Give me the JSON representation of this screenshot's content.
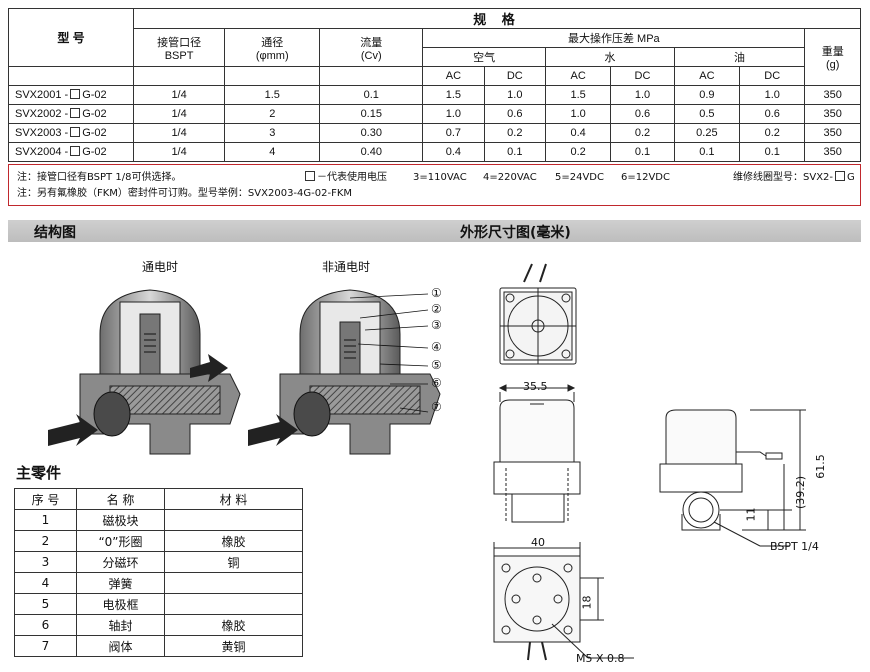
{
  "spec": {
    "title": "规 格",
    "col_model": "型 号",
    "col_port": "接管口径",
    "col_port_unit": "BSPT",
    "col_orifice": "通径",
    "col_orifice_unit": "(φmm)",
    "col_flow": "流量",
    "col_flow_unit": "(Cv)",
    "col_pressure": "最大操作压差 MPa",
    "group_air": "空气",
    "group_water": "水",
    "group_oil": "油",
    "ac": "AC",
    "dc": "DC",
    "col_weight": "重量",
    "col_weight_unit": "(g)",
    "rows": [
      {
        "prefix": "SVX2001 -",
        "suffix": "G-02",
        "port": "1/4",
        "orifice": "1.5",
        "cv": "0.1",
        "air_ac": "1.5",
        "air_dc": "1.0",
        "water_ac": "1.5",
        "water_dc": "1.0",
        "oil_ac": "0.9",
        "oil_dc": "1.0",
        "weight": "350"
      },
      {
        "prefix": "SVX2002 -",
        "suffix": "G-02",
        "port": "1/4",
        "orifice": "2",
        "cv": "0.15",
        "air_ac": "1.0",
        "air_dc": "0.6",
        "water_ac": "1.0",
        "water_dc": "0.6",
        "oil_ac": "0.5",
        "oil_dc": "0.6",
        "weight": "350"
      },
      {
        "prefix": "SVX2003 -",
        "suffix": "G-02",
        "port": "1/4",
        "orifice": "3",
        "cv": "0.30",
        "air_ac": "0.7",
        "air_dc": "0.2",
        "water_ac": "0.4",
        "water_dc": "0.2",
        "oil_ac": "0.25",
        "oil_dc": "0.2",
        "weight": "350"
      },
      {
        "prefix": "SVX2004 -",
        "suffix": "G-02",
        "port": "1/4",
        "orifice": "4",
        "cv": "0.40",
        "air_ac": "0.4",
        "air_dc": "0.1",
        "water_ac": "0.2",
        "water_dc": "0.1",
        "oil_ac": "0.1",
        "oil_dc": "0.1",
        "weight": "350"
      }
    ]
  },
  "notes": {
    "line1_a": "注：接管口径有BSPT 1/8可供选择。",
    "line1_b": "－代表使用电压",
    "v1": "3=110VAC",
    "v2": "4=220VAC",
    "v3": "5=24VDC",
    "v4": "6=12VDC",
    "coil_label": "维修线圈型号：SVX2-",
    "coil_suffix": "G",
    "line2": "注：另有氟橡胶（FKM）密封件可订购。型号举例：SVX2003-4G-02-FKM"
  },
  "sections": {
    "structure": "结构图",
    "dimensions": "外形尺寸图(毫米)",
    "energized": "通电时",
    "deenergized": "非通电时",
    "parts_title": "主零件"
  },
  "callouts": [
    "①",
    "②",
    "③",
    "④",
    "⑤",
    "⑥",
    "⑦"
  ],
  "dims": {
    "d_top": "35.5",
    "w_bottom": "40",
    "h_total": "61.5",
    "h_mid": "(39.2)",
    "h_low": "11",
    "pitch": "18",
    "port": "BSPT 1/4",
    "screw": "M5 X 0.8"
  },
  "parts": {
    "col_no": "序 号",
    "col_name": "名 称",
    "col_material": "材 料",
    "rows": [
      {
        "no": "1",
        "name": "磁极块",
        "material": ""
      },
      {
        "no": "2",
        "name": "“0”形圈",
        "material": "橡胶"
      },
      {
        "no": "3",
        "name": "分磁环",
        "material": "铜"
      },
      {
        "no": "4",
        "name": "弹簧",
        "material": ""
      },
      {
        "no": "5",
        "name": "电极框",
        "material": ""
      },
      {
        "no": "6",
        "name": "轴封",
        "material": "橡胶"
      },
      {
        "no": "7",
        "name": "阀体",
        "material": "黄铜"
      }
    ]
  },
  "colors": {
    "note_border": "#c0282d",
    "bar": "#c6c6c6",
    "body_dark": "#3a3a3a",
    "body_mid": "#8a8a8a",
    "body_light": "#d8d8d8"
  }
}
